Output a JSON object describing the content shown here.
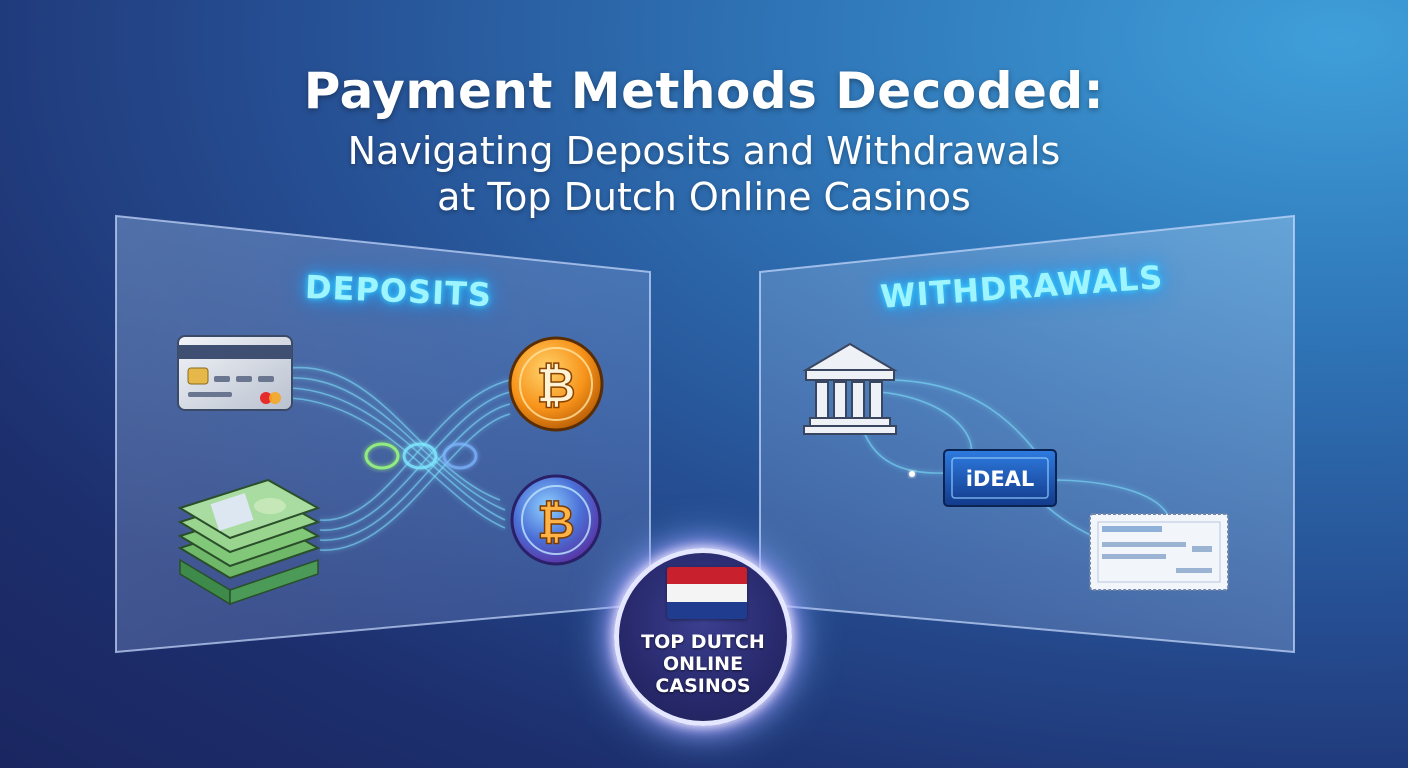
{
  "title": "Payment Methods Decoded:",
  "subtitle_lines": [
    "Navigating Deposits and Withdrawals",
    "at Top Dutch Online Casinos"
  ],
  "deposits_label": "DEPOSITS",
  "withdrawals_label": "WITHDRAWALS",
  "deposit_methods": [
    {
      "name": "credit-card",
      "icon": "credit-card-icon"
    },
    {
      "name": "bitcoin",
      "icon": "bitcoin-icon"
    },
    {
      "name": "cash",
      "icon": "banknotes-icon"
    },
    {
      "name": "bitcoin",
      "icon": "bitcoin-icon"
    }
  ],
  "withdrawal_methods": [
    {
      "name": "bank",
      "icon": "bank-icon"
    },
    {
      "name": "ideal",
      "label": "iDEAL",
      "icon": "ideal-card-icon"
    },
    {
      "name": "cheque",
      "icon": "cheque-icon"
    }
  ],
  "badge": {
    "lines": [
      "TOP DUTCH",
      "ONLINE",
      "CASINOS"
    ],
    "flag_colors": [
      "#c8202c",
      "#f4f4f4",
      "#1f3c8f"
    ]
  },
  "colors": {
    "glow": "#39d7ff",
    "bitcoin_orange": "#f7931a",
    "ideal_blue": "#1b4fa8"
  }
}
